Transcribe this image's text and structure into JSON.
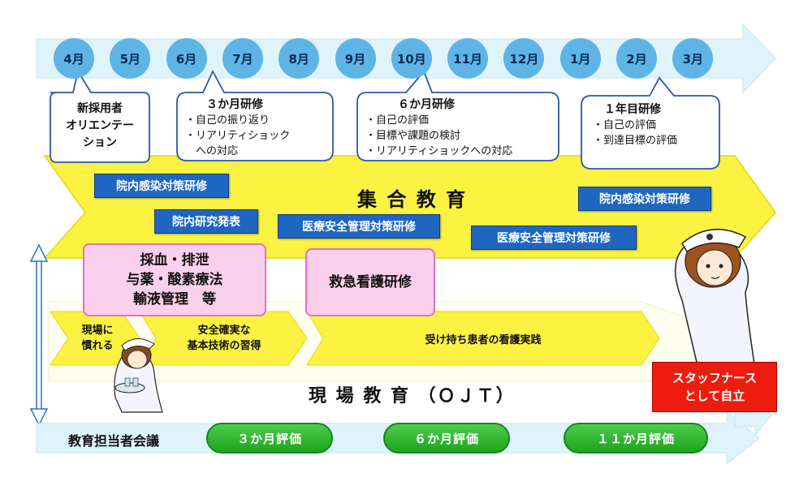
{
  "months": [
    "4月",
    "5月",
    "6月",
    "7月",
    "8月",
    "9月",
    "10月",
    "11月",
    "12月",
    "1月",
    "2月",
    "3月"
  ],
  "bubbles": {
    "orientation": [
      "新採用者",
      "オリエンテー",
      "ション"
    ],
    "training3": {
      "title": "３か月研修",
      "items": [
        "・自己の振り返り",
        "・リアリティショック",
        "　への対応"
      ]
    },
    "training6": {
      "title": "６か月研修",
      "items": [
        "・自己の評価",
        "・目標や課題の検討",
        "・リアリティショックへの対応"
      ]
    },
    "training1y": {
      "title": "１年目研修",
      "items": [
        "・自己の評価",
        "・到達目標の評価"
      ]
    }
  },
  "group_education": {
    "title": "集 合 教 育",
    "boxes": {
      "infection1": "院内感染対策研修",
      "research": "院内研究発表",
      "safety1": "医療安全管理対策研修",
      "safety2": "医療安全管理対策研修",
      "infection2": "院内感染対策研修"
    },
    "pink": {
      "skills": [
        "採血・排泄",
        "与薬・酸素療法",
        "輸液管理　等"
      ],
      "emergency": "救急看護研修"
    }
  },
  "ojt": {
    "title": "現 場 教 育 （ＯＪＴ）",
    "steps": {
      "step1": [
        "現場に",
        "慣れる"
      ],
      "step2": [
        "安全確実な",
        "基本技術の習得"
      ],
      "step3": "受け持ち患者の看護実践"
    }
  },
  "goal": [
    "スタッフナース",
    "として自立"
  ],
  "evaluation": {
    "meeting": "教育担当者会議",
    "items": [
      "３か月評価",
      "６か月評価",
      "１１か月評価"
    ]
  },
  "colors": {
    "timeline": "#dff3fb",
    "month_circle": "#5fb4e6",
    "group_arrow": "#fbf242",
    "blue_box": "#1f66c1",
    "pink_box": "#fbd0ec",
    "green": "#2fb82f",
    "red": "#ee1c0f"
  }
}
